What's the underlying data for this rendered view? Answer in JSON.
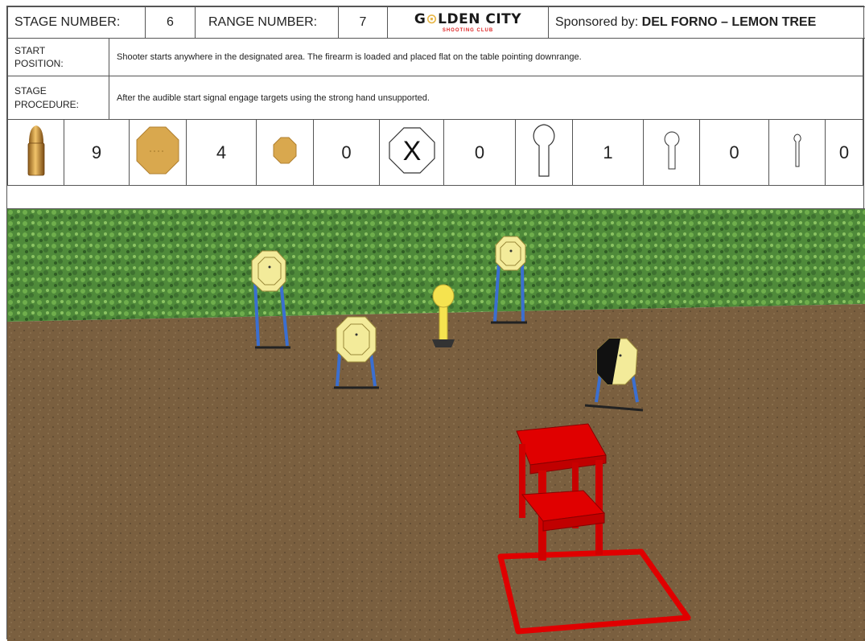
{
  "header": {
    "stage_label": "STAGE NUMBER:",
    "stage_value": "6",
    "range_label": "RANGE NUMBER:",
    "range_value": "7",
    "logo_text_pre": "G",
    "logo_text_post": "LDEN CITY",
    "logo_subtext": "SHOOTING CLUB",
    "sponsor_label": "Sponsored by:",
    "sponsor_value": "DEL FORNO – LEMON TREE"
  },
  "start_position": {
    "label": "START POSITION:",
    "text": "Shooter starts anywhere in the designated area. The firearm is loaded and placed flat on the table pointing downrange."
  },
  "stage_procedure": {
    "label": "STAGE PROCEDURE:",
    "text": "After the audible start signal engage targets using the strong hand unsupported."
  },
  "counts": [
    {
      "icon": "bullet-icon",
      "value": "9"
    },
    {
      "icon": "large-steel-plate-icon",
      "value": "4"
    },
    {
      "icon": "small-steel-plate-icon",
      "value": "0"
    },
    {
      "icon": "no-shoot-icon",
      "value": "0",
      "glyph": "X"
    },
    {
      "icon": "large-popper-icon",
      "value": "1"
    },
    {
      "icon": "medium-popper-icon",
      "value": "0"
    },
    {
      "icon": "mini-popper-icon",
      "value": "0"
    }
  ],
  "colors": {
    "plate": "#d9a84e",
    "target_face": "#f3eb9a",
    "table": "#e00000",
    "stand": "#3b6fd0",
    "berm": "#4f8a3a",
    "ground": "#7a5f3f"
  }
}
